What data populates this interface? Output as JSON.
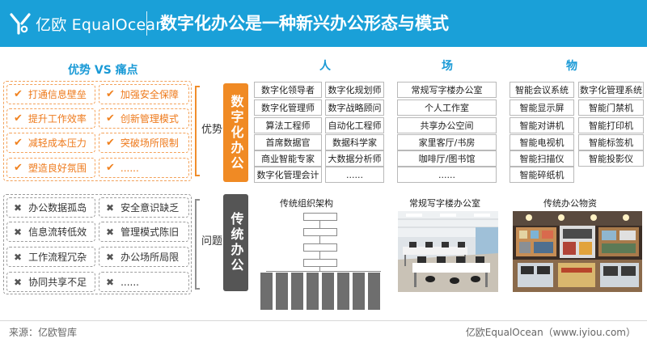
{
  "header": {
    "brand": "亿欧 EqualOcean",
    "title": "数字化办公是一种新兴办公形态与模式"
  },
  "columns": {
    "left": "优势 VS 痛点",
    "people": "人",
    "place": "场",
    "things": "物"
  },
  "advantages": [
    "打通信息壁垒",
    "加强安全保障",
    "提升工作效率",
    "创新管理模式",
    "减轻成本压力",
    "突破场所限制",
    "塑造良好氛围",
    "......"
  ],
  "pain_points": [
    "办公数据孤岛",
    "安全意识缺乏",
    "信息流转低效",
    "管理模式陈旧",
    "工作流程冗杂",
    "办公场所局限",
    "协同共享不足",
    "......"
  ],
  "labels": {
    "advantage": "优势",
    "problem": "问题",
    "digital_office": "数字化办公",
    "traditional_office": "传统办公"
  },
  "people": [
    "数字化领导者",
    "数字化规划师",
    "数字化管理师",
    "数字战略顾问",
    "算法工程师",
    "自动化工程师",
    "首席数据官",
    "数据科学家",
    "商业智能专家",
    "大数据分析师",
    "数字化管理会计",
    "......"
  ],
  "places": [
    "常规写字楼办公室",
    "个人工作室",
    "共享办公空间",
    "家里客厅/书房",
    "咖啡厅/图书馆",
    "......"
  ],
  "things": [
    "智能会议系统",
    "数字化管理系统",
    "智能显示屏",
    "智能门禁机",
    "智能对讲机",
    "智能打印机",
    "智能电视机",
    "智能标签机",
    "智能扫描仪",
    "智能投影仪",
    "智能碎纸机"
  ],
  "captions": {
    "org": "传统组织架构",
    "office": "常规写字楼办公室",
    "supplies": "传统办公物资"
  },
  "footer": {
    "source": "来源：亿欧智库",
    "credit": "亿欧EqualOcean（www.iyiou.com）"
  },
  "colors": {
    "header_blue": "#1aa0d8",
    "accent_orange": "#f08a24",
    "dark_gray": "#555555"
  }
}
